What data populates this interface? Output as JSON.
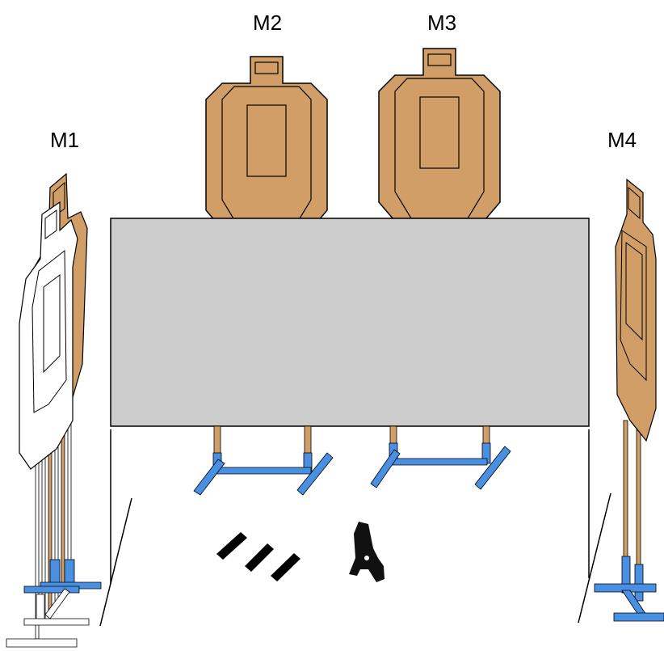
{
  "labels": {
    "m1": "M1",
    "m2": "M2",
    "m3": "M3",
    "m4": "M4"
  },
  "colors": {
    "target_cardboard": "#D19E67",
    "target_white": "#FFFFFF",
    "no_shoot_wall": "#CCCCCC",
    "stand_blue": "#4A90E2",
    "outline": "#000000",
    "pistol": "#111111"
  },
  "icons": {
    "pistol": "pistol-icon",
    "magazines": "magazine-icon"
  }
}
